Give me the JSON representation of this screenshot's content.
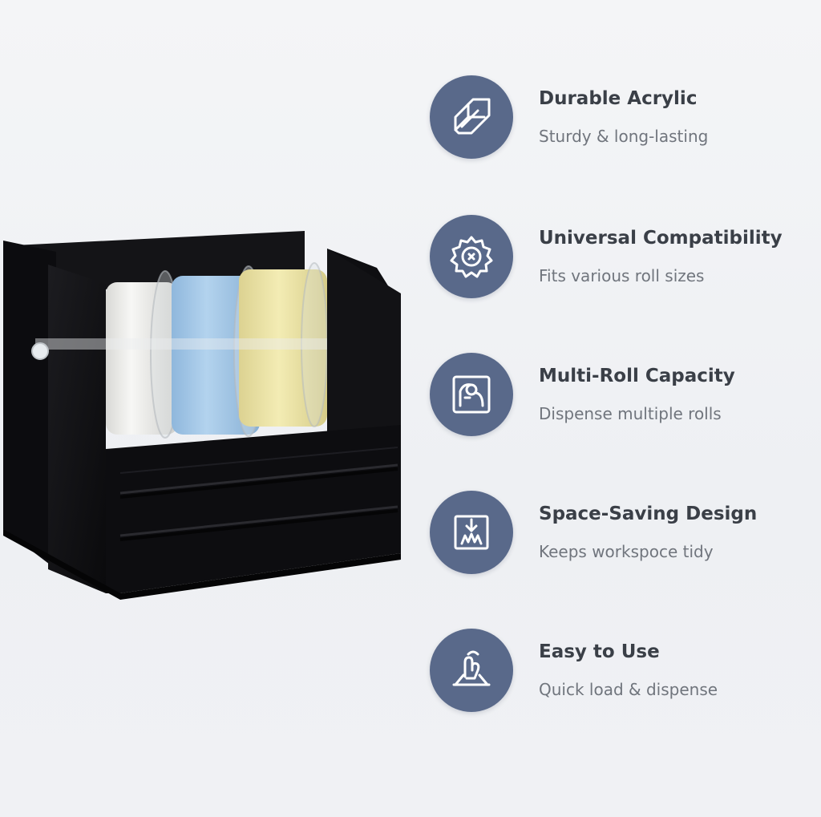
{
  "features": [
    {
      "icon": "acrylic-panel-icon",
      "title": "Durable Acrylic",
      "subtitle": "Sturdy & long-lasting"
    },
    {
      "icon": "gear-roll-icon",
      "title": "Universal Compatibility",
      "subtitle": "Fits various roll sizes"
    },
    {
      "icon": "multi-roll-icon",
      "title": "Multi-Roll Capacity",
      "subtitle": "Dispense multiple rolls"
    },
    {
      "icon": "space-saving-icon",
      "title": "Space-Saving Design",
      "subtitle": "Keeps workspoce tidy"
    },
    {
      "icon": "hand-use-icon",
      "title": "Easy to Use",
      "subtitle": "Quick load & dispense"
    }
  ],
  "colors": {
    "badge": "#59698a",
    "title": "#3a3f47",
    "subtitle": "#70757d",
    "holder": "#111114",
    "tape_white": "#f2f2f0",
    "tape_blue": "#a9cbe8",
    "tape_yellow": "#efe7a6"
  }
}
